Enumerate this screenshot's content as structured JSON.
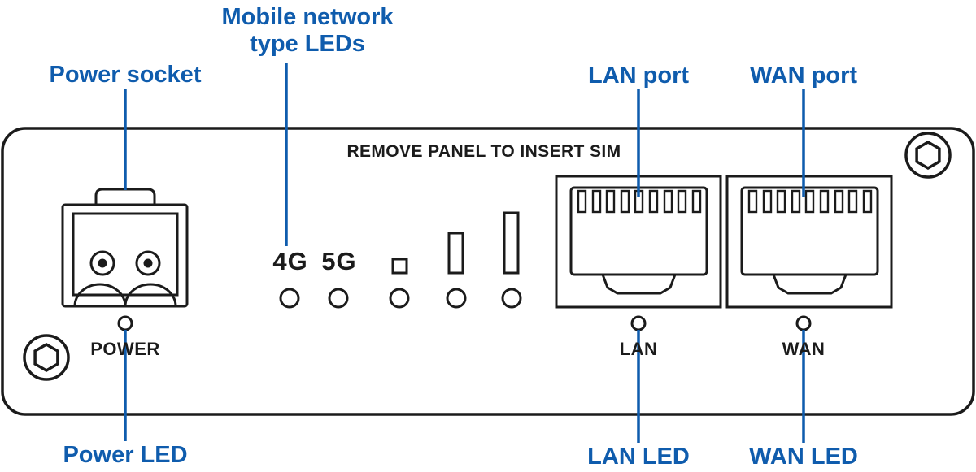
{
  "colors": {
    "callout_blue": "#0f5cad",
    "ink_black": "#1b1b1b",
    "background": "#ffffff"
  },
  "callouts": {
    "power_socket": "Power socket",
    "mobile_network_leds": "Mobile network type LEDs",
    "lan_port": "LAN port",
    "wan_port": "WAN port",
    "power_led": "Power LED",
    "lan_led": "LAN LED",
    "wan_led": "WAN LED"
  },
  "panel_text": {
    "sim_notice": "REMOVE PANEL TO INSERT SIM",
    "power_label": "POWER",
    "network_types": "4G 5G",
    "lan_label": "LAN",
    "wan_label": "WAN"
  }
}
